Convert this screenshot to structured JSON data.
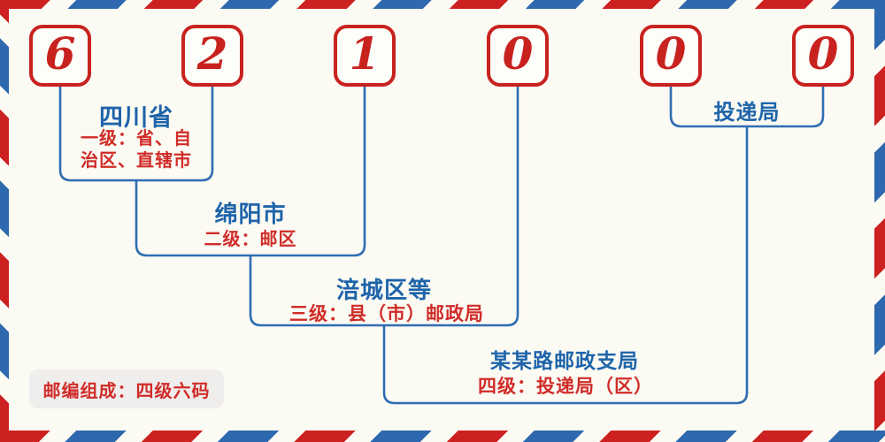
{
  "colors": {
    "red": "#c8221f",
    "red_text": "#d02c28",
    "blue": "#1e64aa",
    "line_blue": "#2f6db4",
    "stripe_red": "#cc2120",
    "stripe_blue": "#2e68ae",
    "background": "#fbfaf3",
    "badge_bg": "#f0eded"
  },
  "postal_code": {
    "digits": [
      "6",
      "2",
      "1",
      "0",
      "0",
      "0"
    ]
  },
  "levels": [
    {
      "name": "四川省",
      "desc_line1": "一级：省、自",
      "desc_line2": "治区、直辖市"
    },
    {
      "name": "绵阳市",
      "desc": "二级：邮区"
    },
    {
      "name": "涪城区等",
      "desc": "三级：县（市）邮政局"
    },
    {
      "name": "某某路邮政支局",
      "desc": "四级：投递局（区）"
    },
    {
      "name": "投递局"
    }
  ],
  "badge": {
    "text": "邮编组成：四级六码"
  }
}
